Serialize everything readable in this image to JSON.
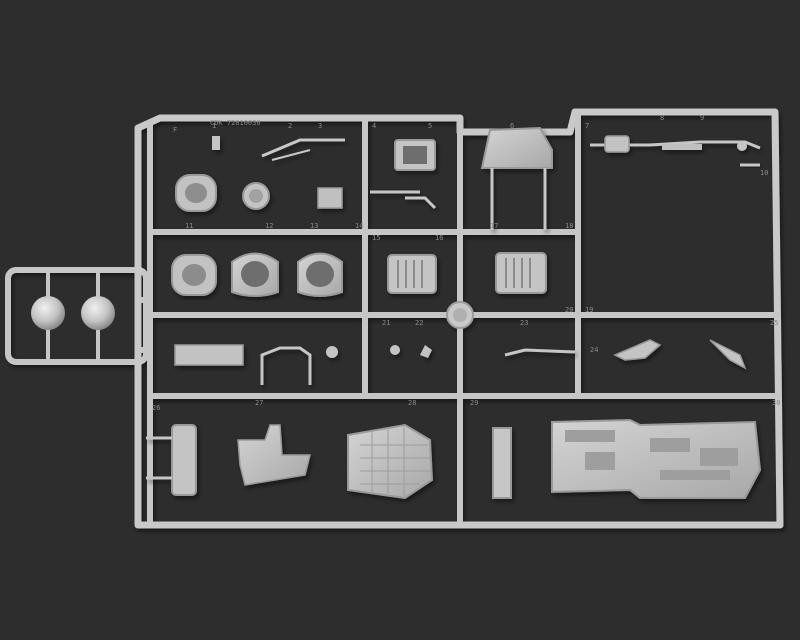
{
  "photo": {
    "subject": "plastic model kit sprue frame with parts",
    "background_color": "#2b2b2b",
    "plastic_color": "#c8c8c8",
    "plastic_shadow_color": "#9a9a9a"
  },
  "sprue": {
    "frame_letter": "F",
    "part_code": "CDK 72810036",
    "part_numbers": [
      "1",
      "2",
      "3",
      "4",
      "5",
      "6",
      "7",
      "8",
      "9",
      "10",
      "11",
      "12",
      "13",
      "14",
      "15",
      "16",
      "17",
      "18",
      "19",
      "20",
      "21",
      "22",
      "23",
      "24",
      "25",
      "26",
      "27",
      "28",
      "29",
      "30"
    ]
  }
}
